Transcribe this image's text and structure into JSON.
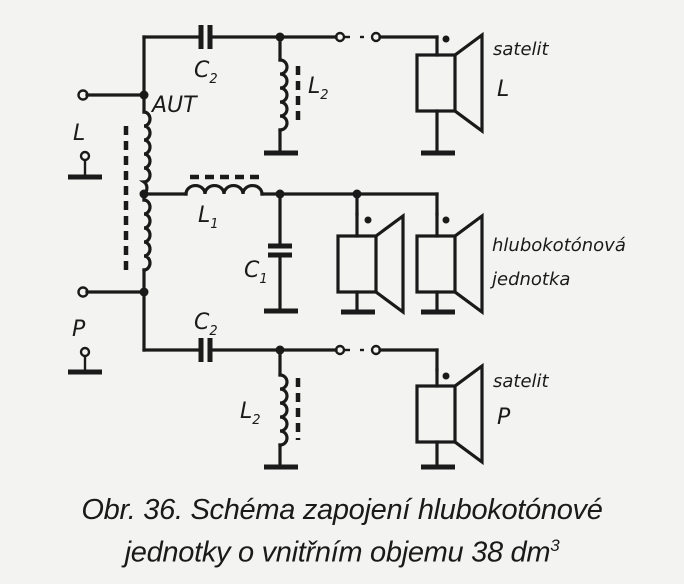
{
  "labels": {
    "aut": "AUT",
    "in_left": "L",
    "in_right": "P",
    "c2": {
      "main": "C",
      "sub": "2"
    },
    "l2": {
      "main": "L",
      "sub": "2"
    },
    "l1": {
      "main": "L",
      "sub": "1"
    },
    "c1": {
      "main": "C",
      "sub": "1"
    }
  },
  "speakers": {
    "satellite_left": {
      "line1": "satelit",
      "line2": "L"
    },
    "subwoofer": {
      "line1": "hlubokotónová",
      "line2": "jednotka"
    },
    "satellite_right": {
      "line1": "satelit",
      "line2": "P"
    }
  },
  "caption": {
    "line1": "Obr. 36. Schéma zapojení hlubokotónové",
    "line2": "jednotky o vnitřním objemu 38 dm",
    "superscript": "3"
  }
}
